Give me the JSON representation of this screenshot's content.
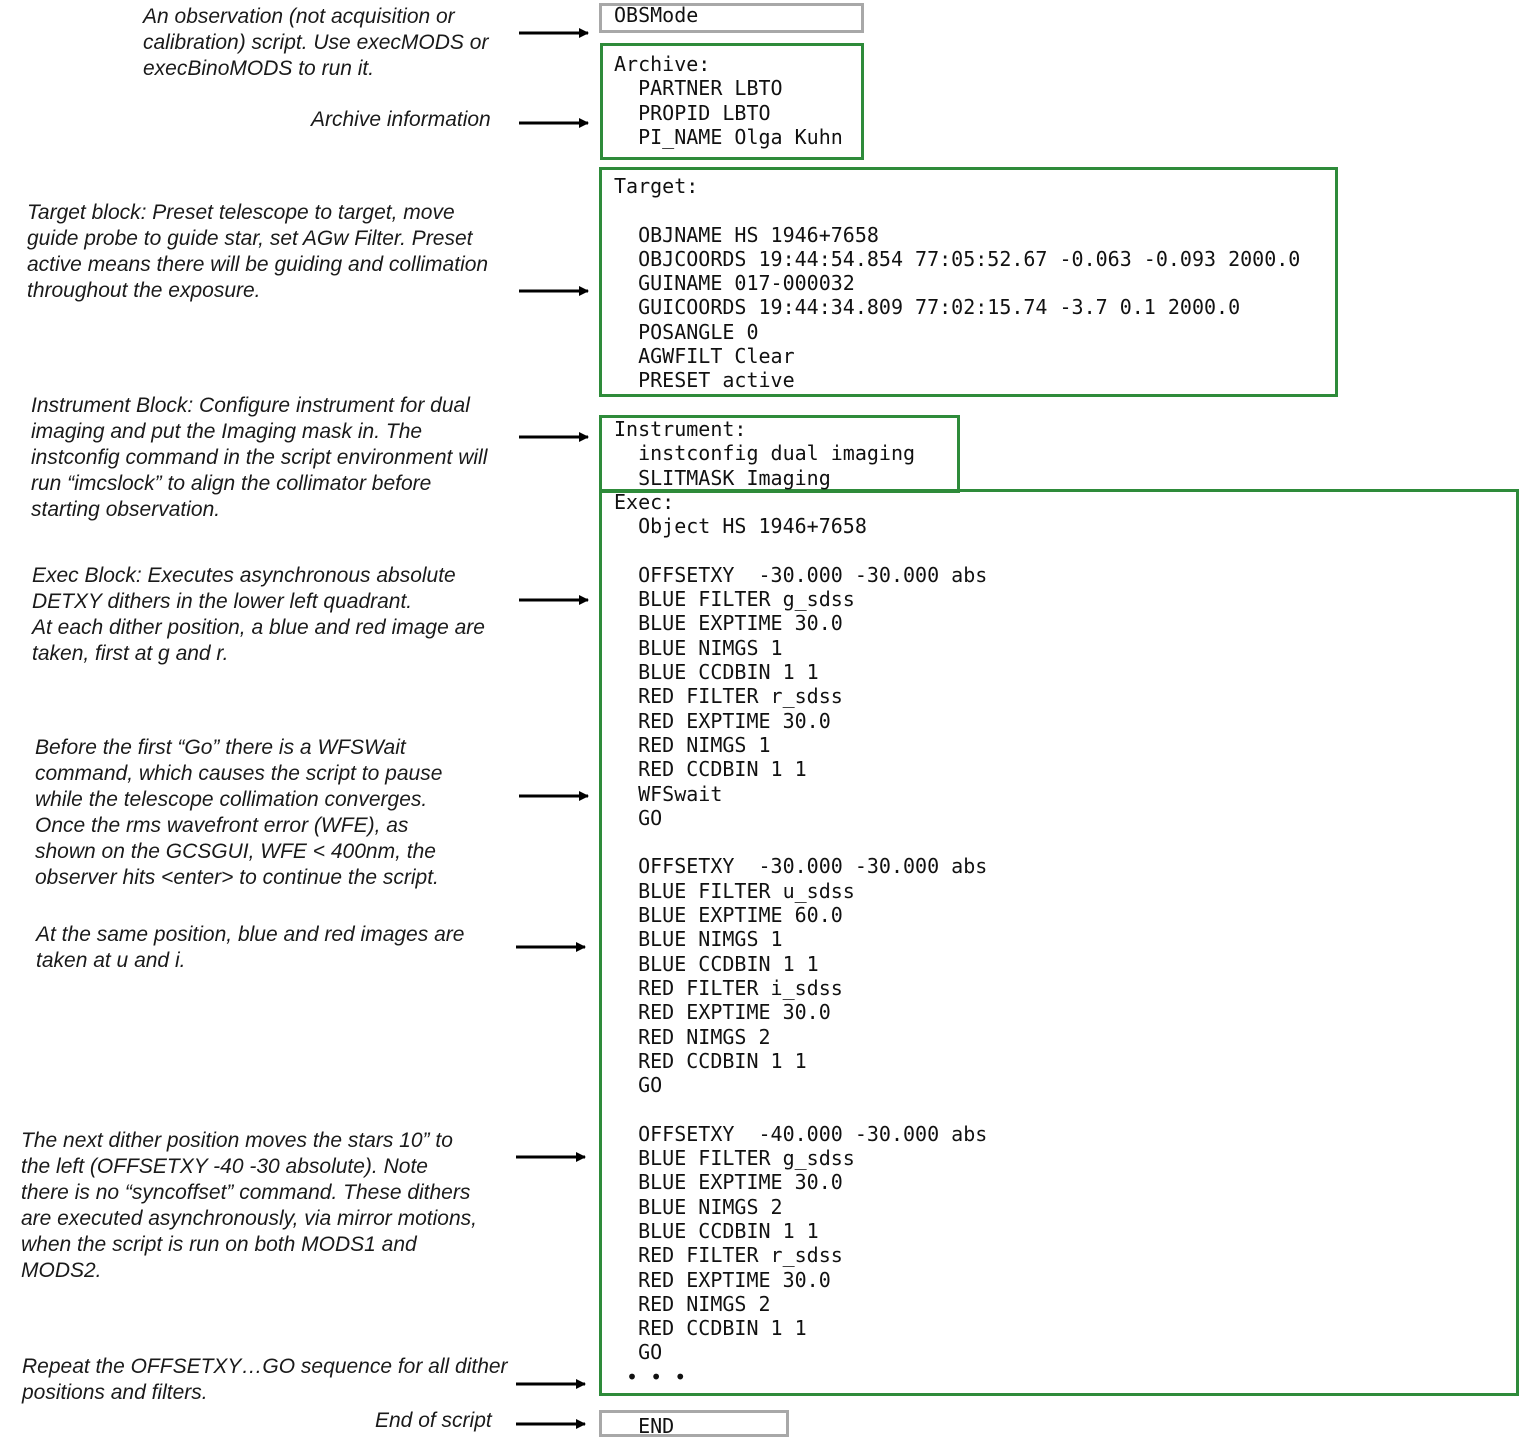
{
  "colors": {
    "block_border": "#2e8b3a",
    "mode_border": "#a8a8a8",
    "arrow": "#000000",
    "text": "#111111"
  },
  "annotations": {
    "obsmode": [
      "An observation (not acquisition or",
      "calibration) script. Use execMODS or",
      "execBinoMODS to run it."
    ],
    "archive": [
      "Archive information"
    ],
    "target": [
      "Target block:  Preset telescope to target, move",
      "guide probe to guide star, set AGw Filter. Preset",
      "active means there will be guiding and collimation",
      "throughout the exposure."
    ],
    "instrument": [
      "Instrument Block: Configure instrument for dual",
      "imaging and put the Imaging mask in. The",
      "instconfig command in the script environment will",
      "run “imcslock” to align the collimator before",
      "starting observation."
    ],
    "exec": [
      "Exec Block: Executes asynchronous absolute",
      "DETXY dithers in the lower left quadrant.",
      "At each dither position, a blue and red image are",
      "taken, first at g and r."
    ],
    "wfswait": [
      "Before the first “Go” there is a WFSWait",
      "command, which causes the script to pause",
      "while the telescope collimation converges.",
      "Once the rms wavefront error (WFE), as",
      "shown on the GCSGUI, WFE < 400nm, the",
      "observer hits <enter> to continue the script."
    ],
    "same_position": [
      "At the same position, blue and red images are",
      "taken at u and i."
    ],
    "next_dither": [
      "The next dither position moves the stars 10” to",
      "the left (OFFSETXY -40 -30 absolute). Note",
      "there is no “syncoffset” command. These dithers",
      "are executed asynchronously, via mirror motions,",
      "when the script is run on both MODS1 and",
      "MODS2."
    ],
    "repeat": [
      "Repeat the OFFSETXY…GO sequence for all dither",
      "positions and filters."
    ],
    "end": [
      "End of script"
    ]
  },
  "script": {
    "obsmode": [
      "OBSMode"
    ],
    "archive": [
      "Archive:",
      "  PARTNER LBTO",
      "  PROPID LBTO",
      "  PI_NAME Olga Kuhn"
    ],
    "target": [
      "Target:",
      "",
      "  OBJNAME HS 1946+7658",
      "  OBJCOORDS 19:44:54.854 77:05:52.67 -0.063 -0.093 2000.0",
      "  GUINAME 017-000032",
      "  GUICOORDS 19:44:34.809 77:02:15.74 -3.7 0.1 2000.0",
      "  POSANGLE 0",
      "  AGWFILT Clear",
      "  PRESET active"
    ],
    "instrument": [
      "Instrument:",
      "  instconfig dual imaging",
      "  SLITMASK Imaging"
    ],
    "exec": [
      "Exec:",
      "  Object HS 1946+7658",
      "",
      "  OFFSETXY  -30.000 -30.000 abs",
      "  BLUE FILTER g_sdss",
      "  BLUE EXPTIME 30.0",
      "  BLUE NIMGS 1",
      "  BLUE CCDBIN 1 1",
      "  RED FILTER r_sdss",
      "  RED EXPTIME 30.0",
      "  RED NIMGS 1",
      "  RED CCDBIN 1 1",
      "  WFSwait",
      "  GO",
      "",
      "  OFFSETXY  -30.000 -30.000 abs",
      "  BLUE FILTER u_sdss",
      "  BLUE EXPTIME 60.0",
      "  BLUE NIMGS 1",
      "  BLUE CCDBIN 1 1",
      "  RED FILTER i_sdss",
      "  RED EXPTIME 30.0",
      "  RED NIMGS 2",
      "  RED CCDBIN 1 1",
      "  GO",
      "",
      "  OFFSETXY  -40.000 -30.000 abs",
      "  BLUE FILTER g_sdss",
      "  BLUE EXPTIME 30.0",
      "  BLUE NIMGS 2",
      "  BLUE CCDBIN 1 1",
      "  RED FILTER r_sdss",
      "  RED EXPTIME 30.0",
      "  RED NIMGS 2",
      "  RED CCDBIN 1 1",
      "  GO",
      " • • •"
    ],
    "end": [
      "  END"
    ]
  }
}
